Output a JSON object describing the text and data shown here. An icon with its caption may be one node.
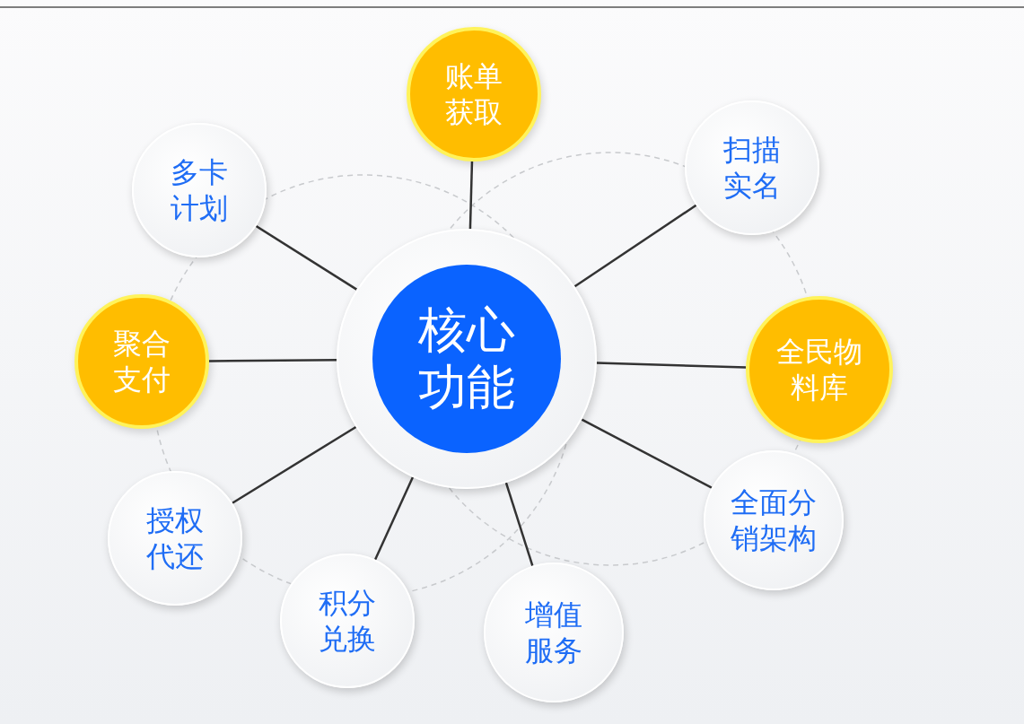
{
  "diagram": {
    "nodes": [
      {
        "text": [
          "核心功能"
        ]
      },
      {
        "text": [
          "账单获取"
        ]
      },
      {
        "text": [
          "扫描实名"
        ]
      },
      {
        "text": [
          "全民物料库"
        ]
      },
      {
        "text": [
          "全面分销架构"
        ]
      },
      {
        "text": [
          "增值服务"
        ]
      },
      {
        "text": [
          "积分兑换"
        ]
      },
      {
        "text": [
          "授权代还"
        ]
      },
      {
        "text": [
          "聚合支付"
        ]
      },
      {
        "text": [
          "多卡计划"
        ]
      }
    ],
    "edges": [
      {
        "from": 0,
        "to": 1,
        "arrow": "none"
      },
      {
        "from": 0,
        "to": 2,
        "arrow": "none"
      },
      {
        "from": 0,
        "to": 3,
        "arrow": "none"
      },
      {
        "from": 0,
        "to": 4,
        "arrow": "none"
      },
      {
        "from": 0,
        "to": 5,
        "arrow": "none"
      },
      {
        "from": 0,
        "to": 6,
        "arrow": "none"
      },
      {
        "from": 0,
        "to": 7,
        "arrow": "none"
      },
      {
        "from": 0,
        "to": 8,
        "arrow": "none"
      },
      {
        "from": 0,
        "to": 9,
        "arrow": "none"
      }
    ]
  }
}
